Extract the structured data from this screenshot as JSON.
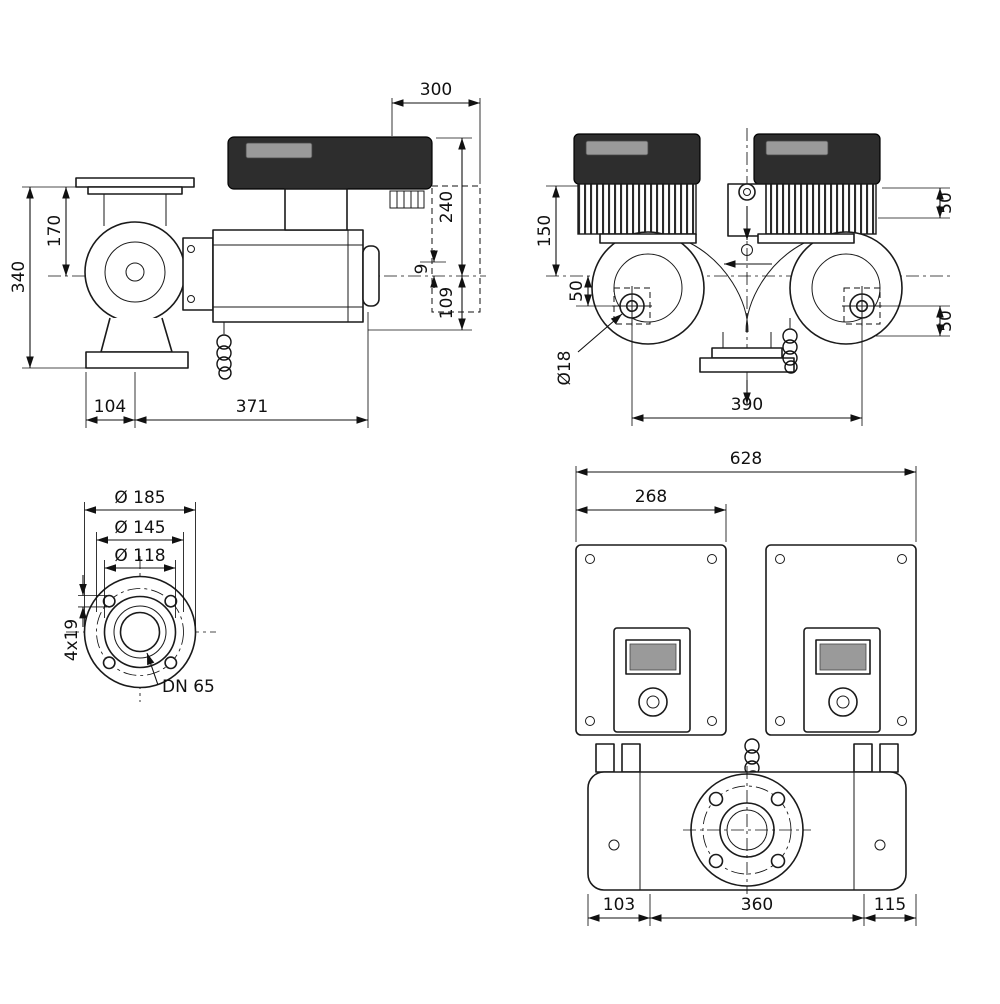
{
  "page": {
    "background": "#ffffff",
    "line_color": "#111111",
    "module_color": "#2d2d2d"
  },
  "views": {
    "side": {
      "title": "side-elevation",
      "dims": {
        "module_depth": "300",
        "module_top_to_axis": "240",
        "flange_to_axis": "170",
        "overall_height": "340",
        "axis_to_motor_bottom": "109",
        "small_offset": "9",
        "base_length": "104",
        "pump_length": "371"
      }
    },
    "front": {
      "title": "front-elevation",
      "dims": {
        "motor_top_to_axis": "150",
        "axis_to_port": "50",
        "right_upper": "50",
        "right_lower": "50",
        "bolt_hole_dia": "Ø18",
        "port_spacing": "390"
      }
    },
    "flange": {
      "title": "flange-detail",
      "dims": {
        "outer_dia": "Ø 185",
        "bolt_circle_dia": "Ø 145",
        "raised_face_dia": "Ø 118",
        "bolt_holes": "4x19",
        "nominal_dia": "DN 65"
      }
    },
    "plan": {
      "title": "plan-view",
      "dims": {
        "overall_width": "628",
        "module_width": "268",
        "left_end_to_axis": "103",
        "axis_spacing": "360",
        "axis_to_right_end": "115"
      }
    }
  }
}
